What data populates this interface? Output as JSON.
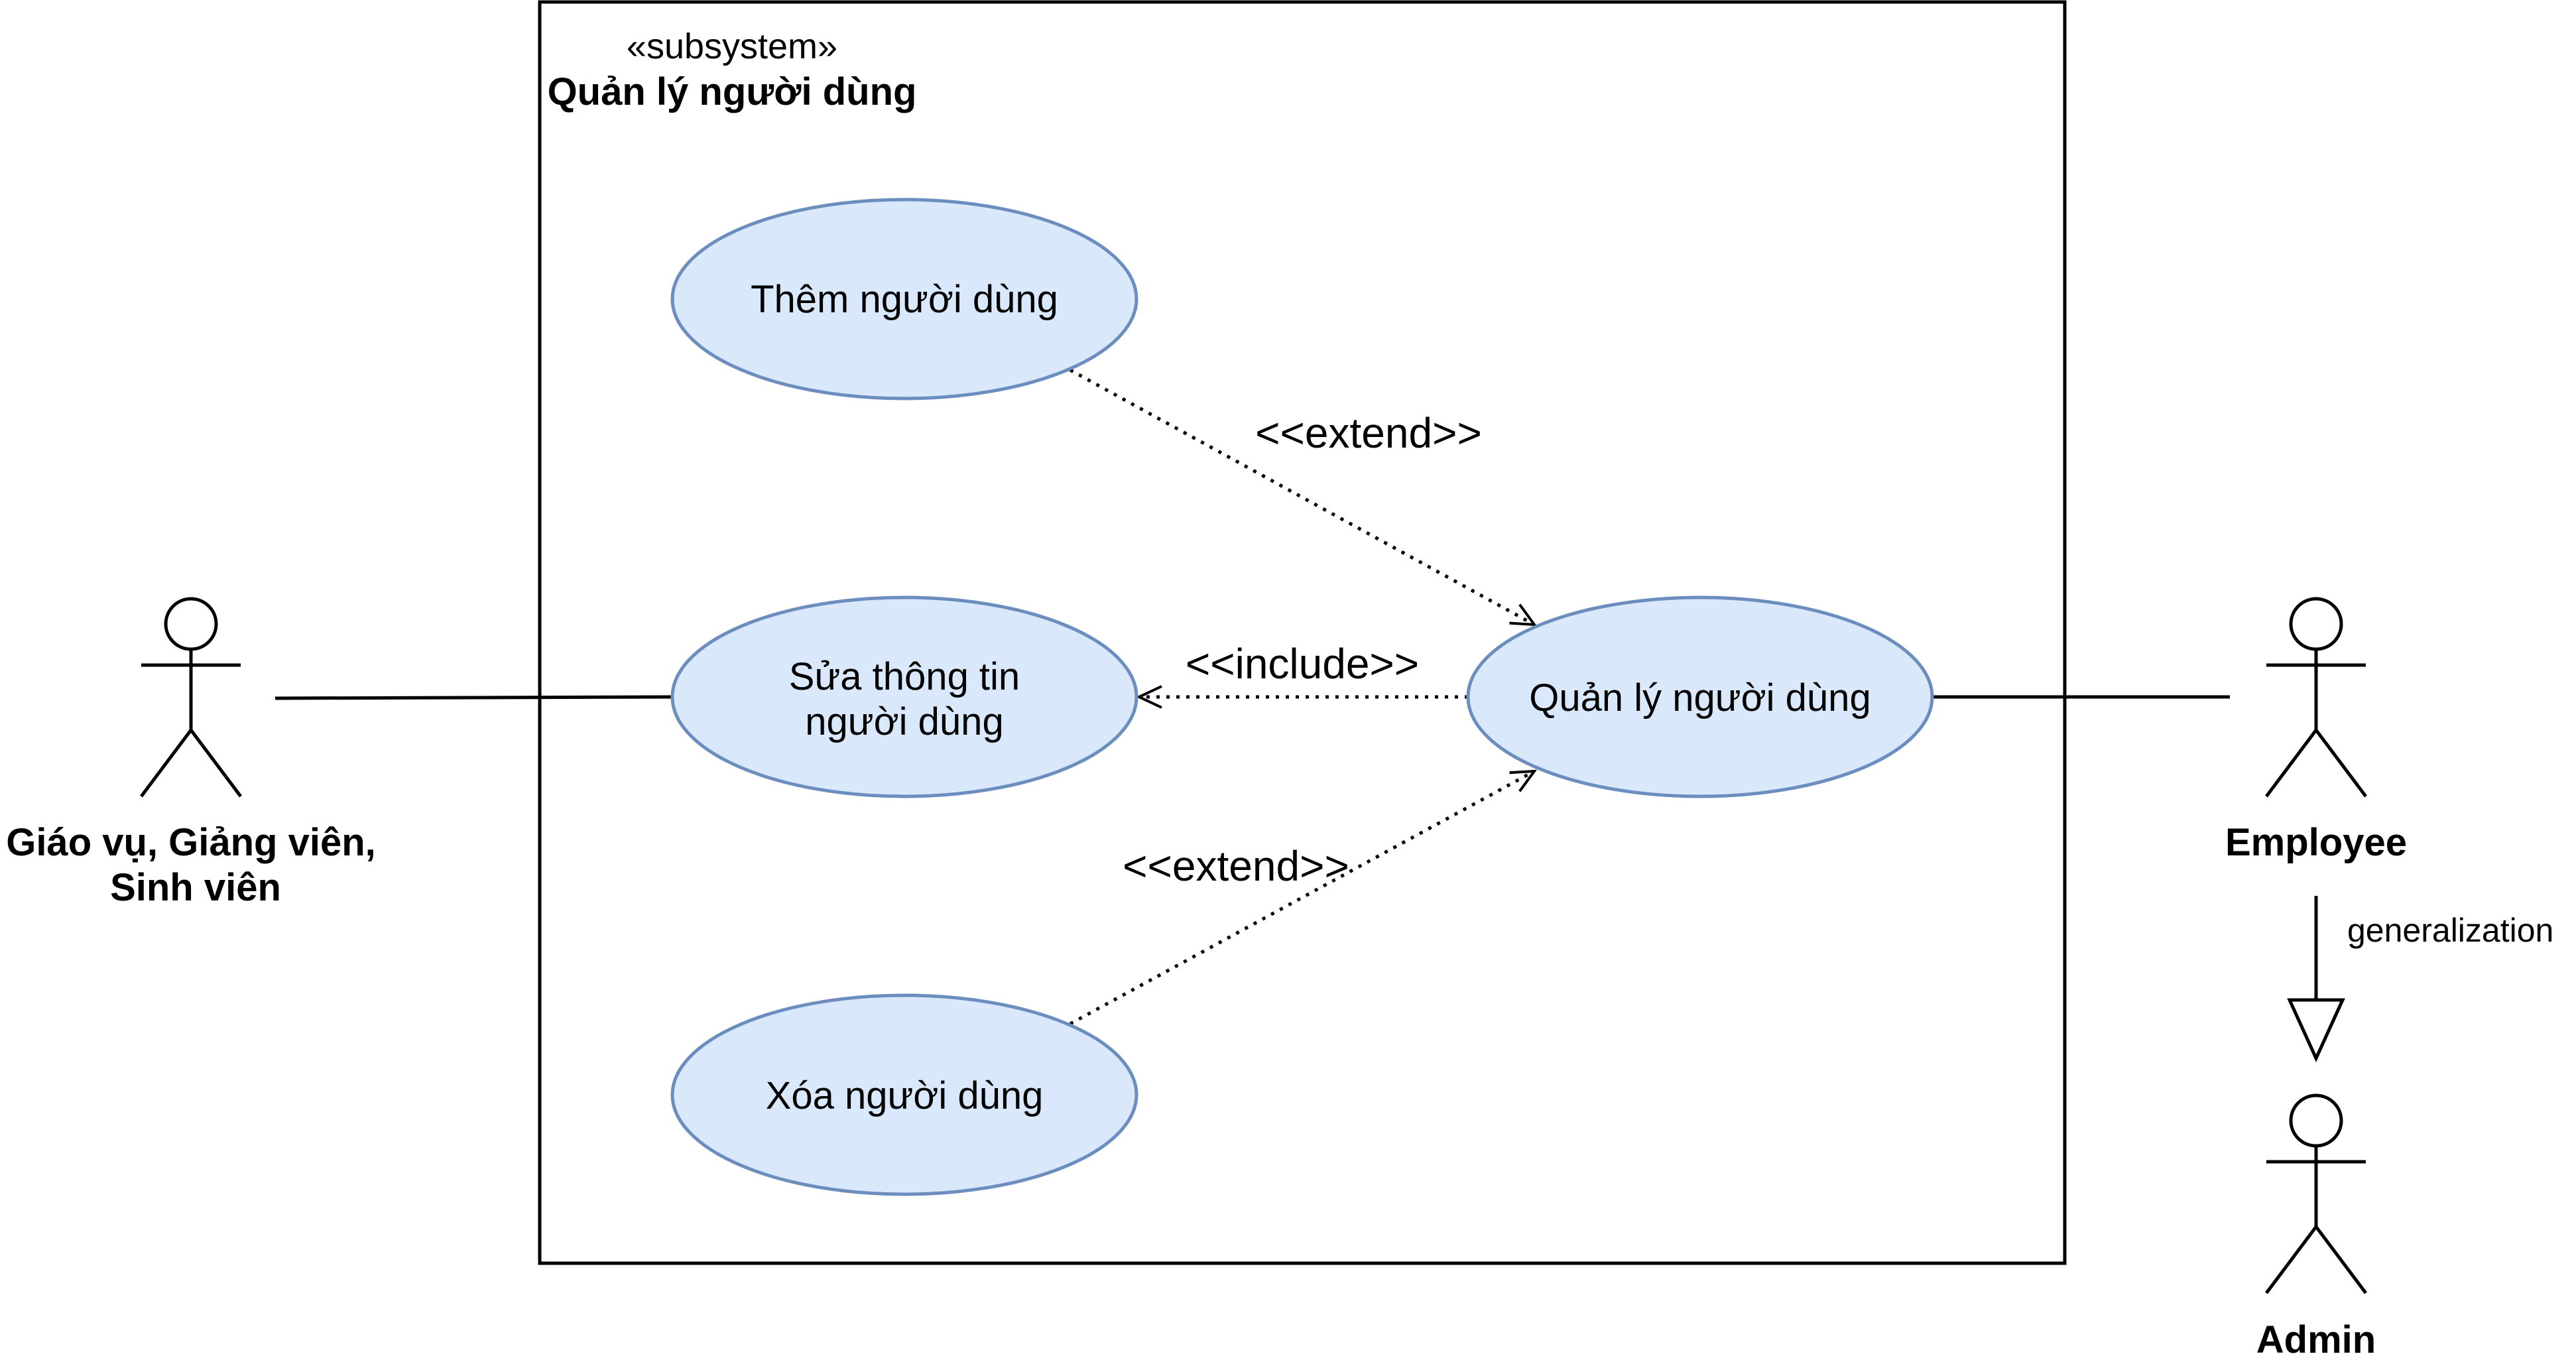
{
  "subsystem": {
    "stereotype": "«subsystem»",
    "name": "Quản lý người dùng"
  },
  "use_cases": {
    "add_user": "Thêm người dùng",
    "edit_user_line1": "Sửa thông tin",
    "edit_user_line2": "người dùng",
    "delete_user": "Xóa người dùng",
    "manage_users": "Quản lý người dùng"
  },
  "relations": {
    "extend_top": "<<extend>>",
    "include": "<<include>>",
    "extend_bottom": "<<extend>>",
    "generalization": "generalization"
  },
  "actors": {
    "left_line1": "Giáo vụ, Giảng viên,",
    "left_line2": "Sinh viên",
    "employee": "Employee",
    "admin": "Admin"
  },
  "colors": {
    "use_case_fill": "#dae8fc",
    "use_case_stroke": "#6c8ebf",
    "line": "#000000"
  }
}
